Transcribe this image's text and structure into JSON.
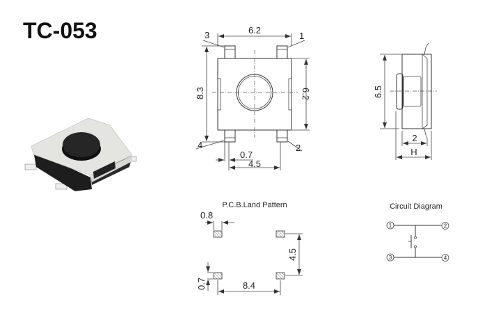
{
  "title": "TC-053",
  "top_view": {
    "width_label": "6.2",
    "height_label": "8.3",
    "body_label": "6.2",
    "pin_width_label": "0.7",
    "pin_pitch_label": "4.5",
    "pins": [
      "1",
      "2",
      "3",
      "4"
    ]
  },
  "side_view": {
    "height_label": "6.5",
    "depth_label": "2",
    "total_label": "H"
  },
  "pcb": {
    "title": "P.C.B.Land Pattern",
    "pad_width_label": "0.8",
    "pad_height_label": "0.7",
    "vertical_pitch_label": "4.5",
    "horizontal_pitch_label": "8.4"
  },
  "circuit": {
    "title": "Circuit Diagram",
    "terminals": [
      "1",
      "2",
      "3",
      "4"
    ]
  },
  "colors": {
    "line": "#333333",
    "body": "#e6e6e2",
    "button": "#222222"
  }
}
